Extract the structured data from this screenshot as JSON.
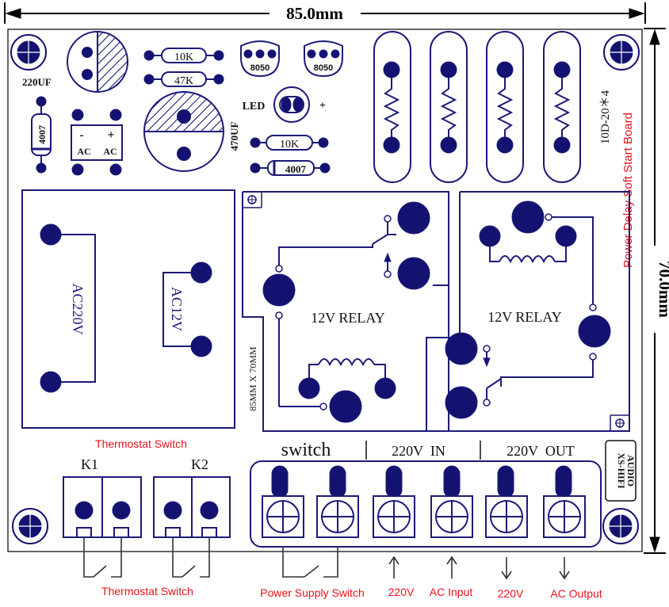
{
  "dimensions": {
    "width_label": "85.0mm",
    "height_label": "70.0mm"
  },
  "components": {
    "cap_220uf": "220UF",
    "cap_470uf": "470UF",
    "res_10k_top": "10K",
    "res_47k": "47K",
    "res_10k_mid": "10K",
    "diode_left": "4007",
    "diode_mid": "4007",
    "transistor_1": "8050",
    "transistor_2": "8050",
    "led": "LED",
    "led_plus": "+",
    "bridge_minus": "-",
    "bridge_plus": "+",
    "bridge_ac1": "AC",
    "bridge_ac2": "AC",
    "ntc_label": "10D-20＊4",
    "board_title": "Power Delay Soft Start Board"
  },
  "transformer": {
    "primary": "AC220V",
    "secondary": "AC12V"
  },
  "relays": {
    "left": "12V RELAY",
    "right": "12V RELAY",
    "size_note": "85MM X 70MM"
  },
  "terminals": {
    "k1": "K1",
    "k2": "K2",
    "switch_header": "switch",
    "in_header": "220V  IN",
    "out_header": "220V  OUT",
    "logo_line1": "XS-HIFI",
    "logo_line2": "AUDIO"
  },
  "annotations": {
    "thermostat_top": "Thermostat Switch",
    "thermostat_bottom": "Thermostat Switch",
    "power_supply_switch": "Power Supply Switch",
    "in_220v": "220V",
    "ac_input": "AC Input",
    "out_220v": "220V",
    "ac_output": "AC Output"
  },
  "colors": {
    "trace": "#1c1a78",
    "pad": "#141270",
    "annotation": "#e8131b",
    "dimension": "#000000",
    "hatch": "#1c1a78"
  }
}
